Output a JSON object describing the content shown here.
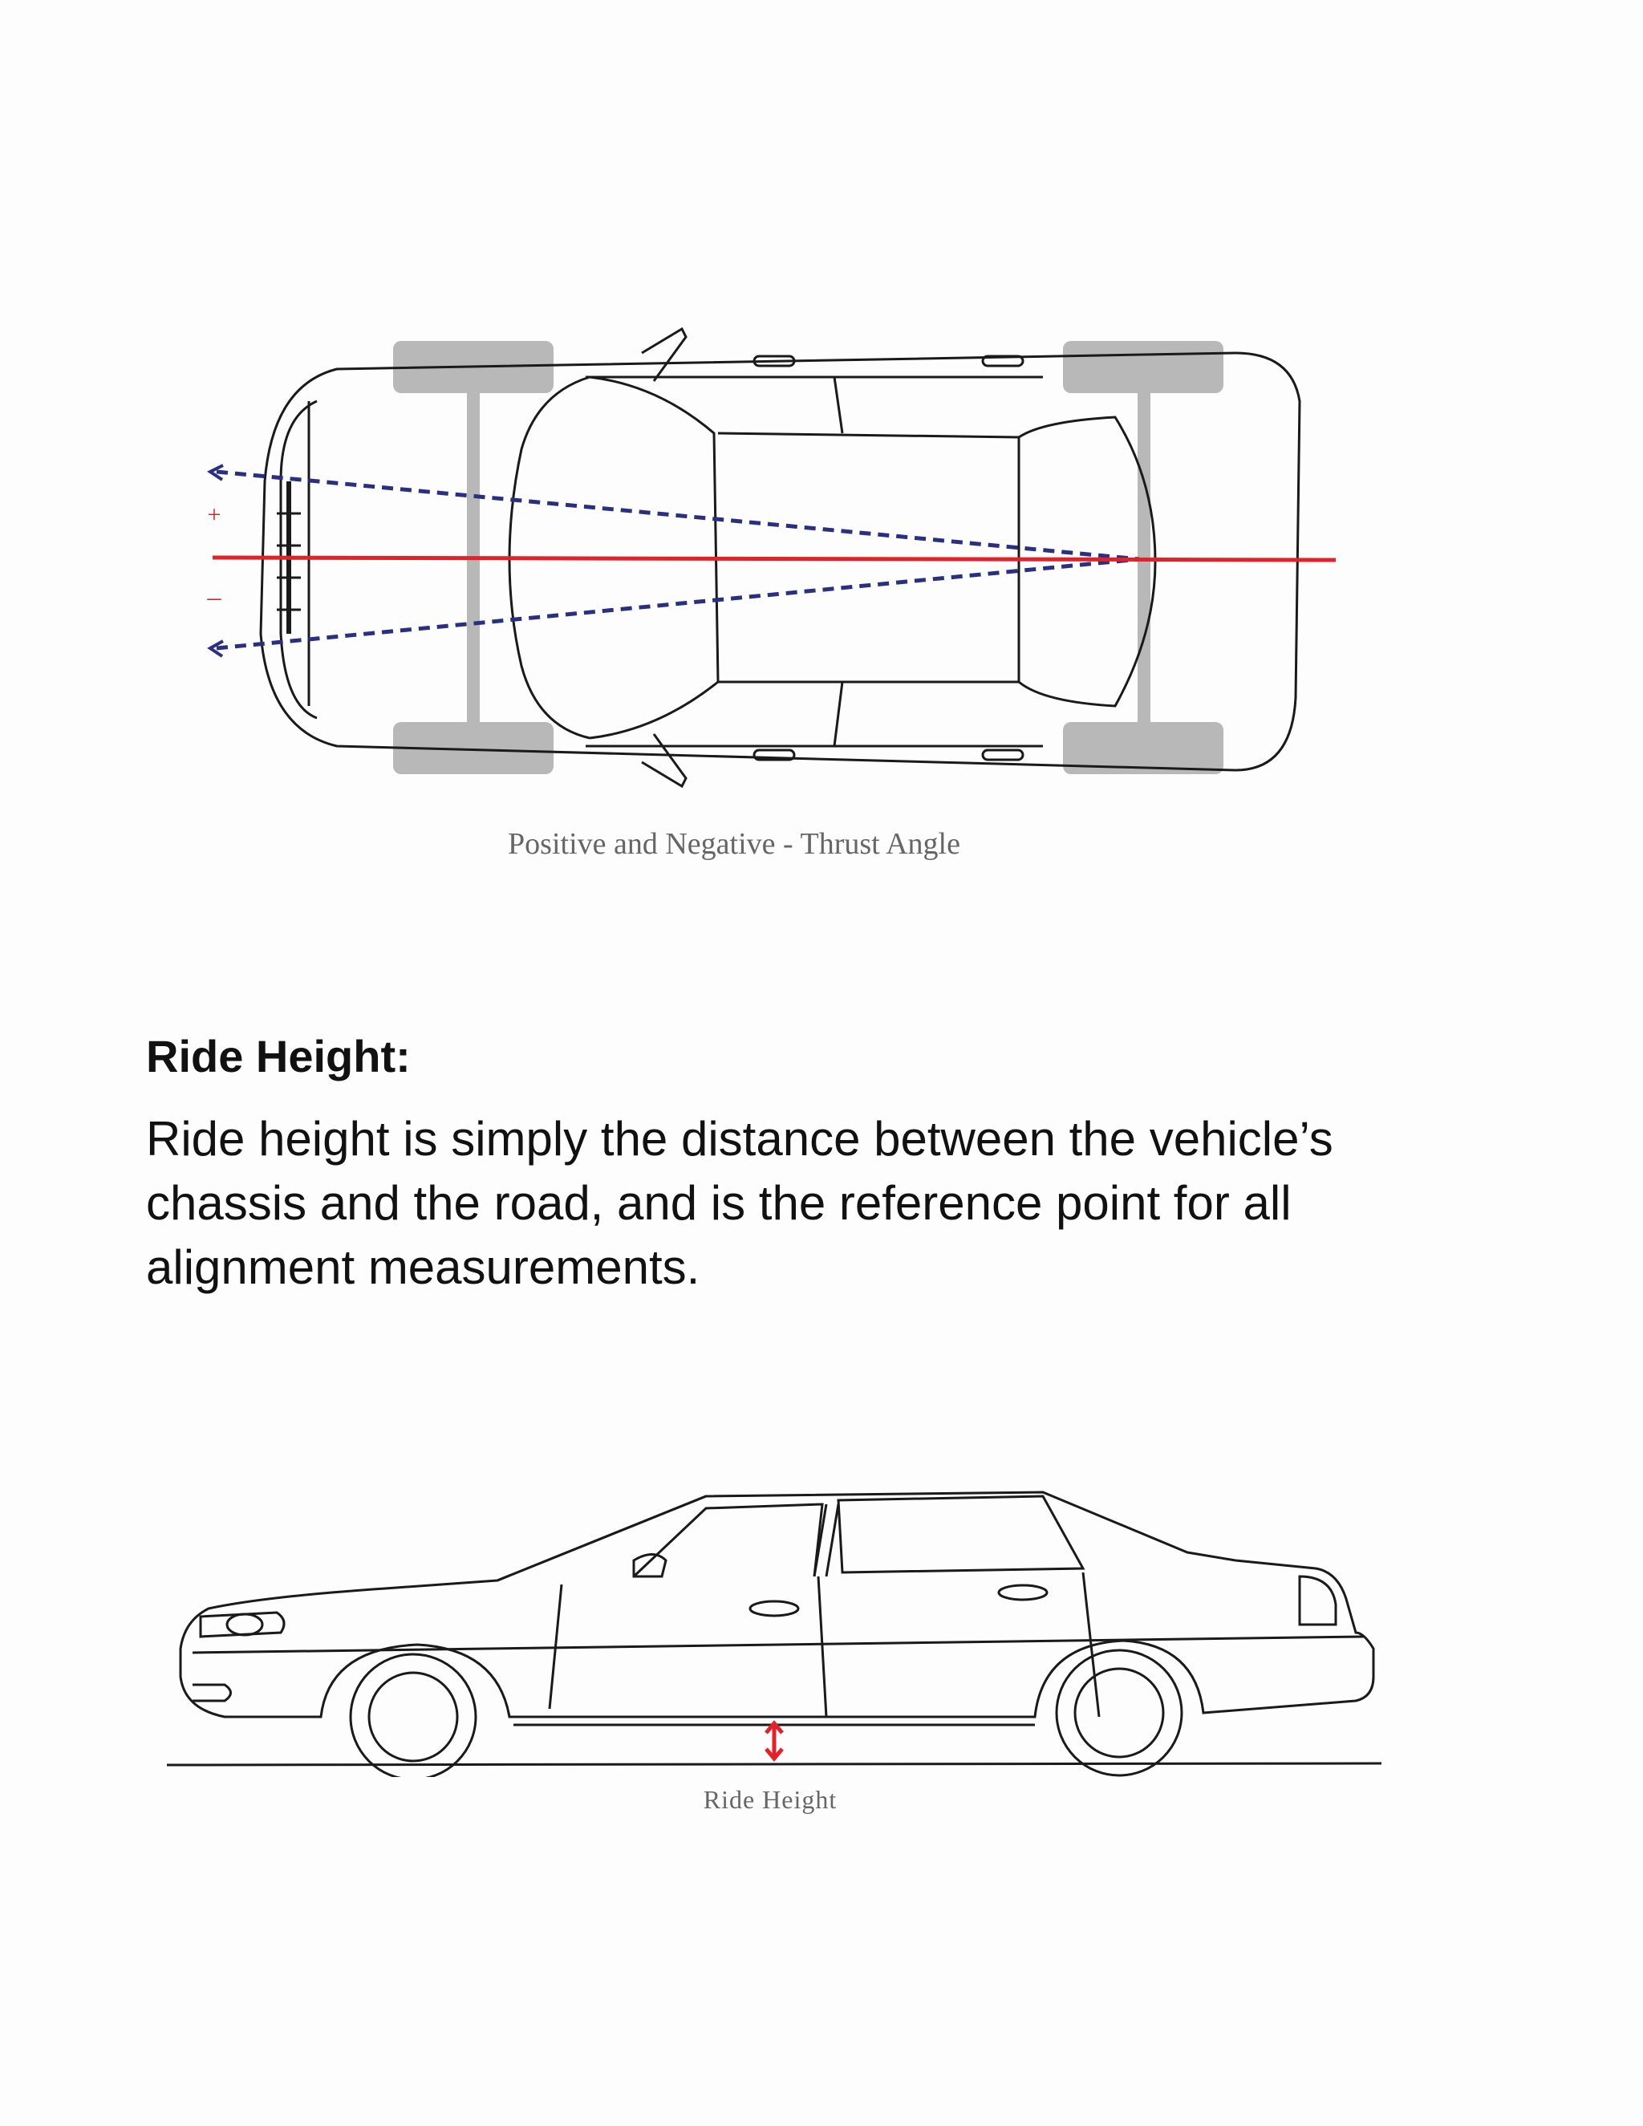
{
  "thrust_figure": {
    "caption": "Positive and Negative - Thrust Angle",
    "plus_label": "+",
    "minus_label": "–",
    "colors": {
      "thrust_line": "#e0222a",
      "angle_lines": "#2a2f80",
      "wheels": "#b8b8b8"
    }
  },
  "section": {
    "heading": "Ride Height:",
    "body": "Ride height is simply the distance between the vehicle’s chassis and the road, and is the reference point for all alignment measurements."
  },
  "ride_figure": {
    "caption": "Ride Height",
    "colors": {
      "arrow": "#e0222a"
    }
  }
}
